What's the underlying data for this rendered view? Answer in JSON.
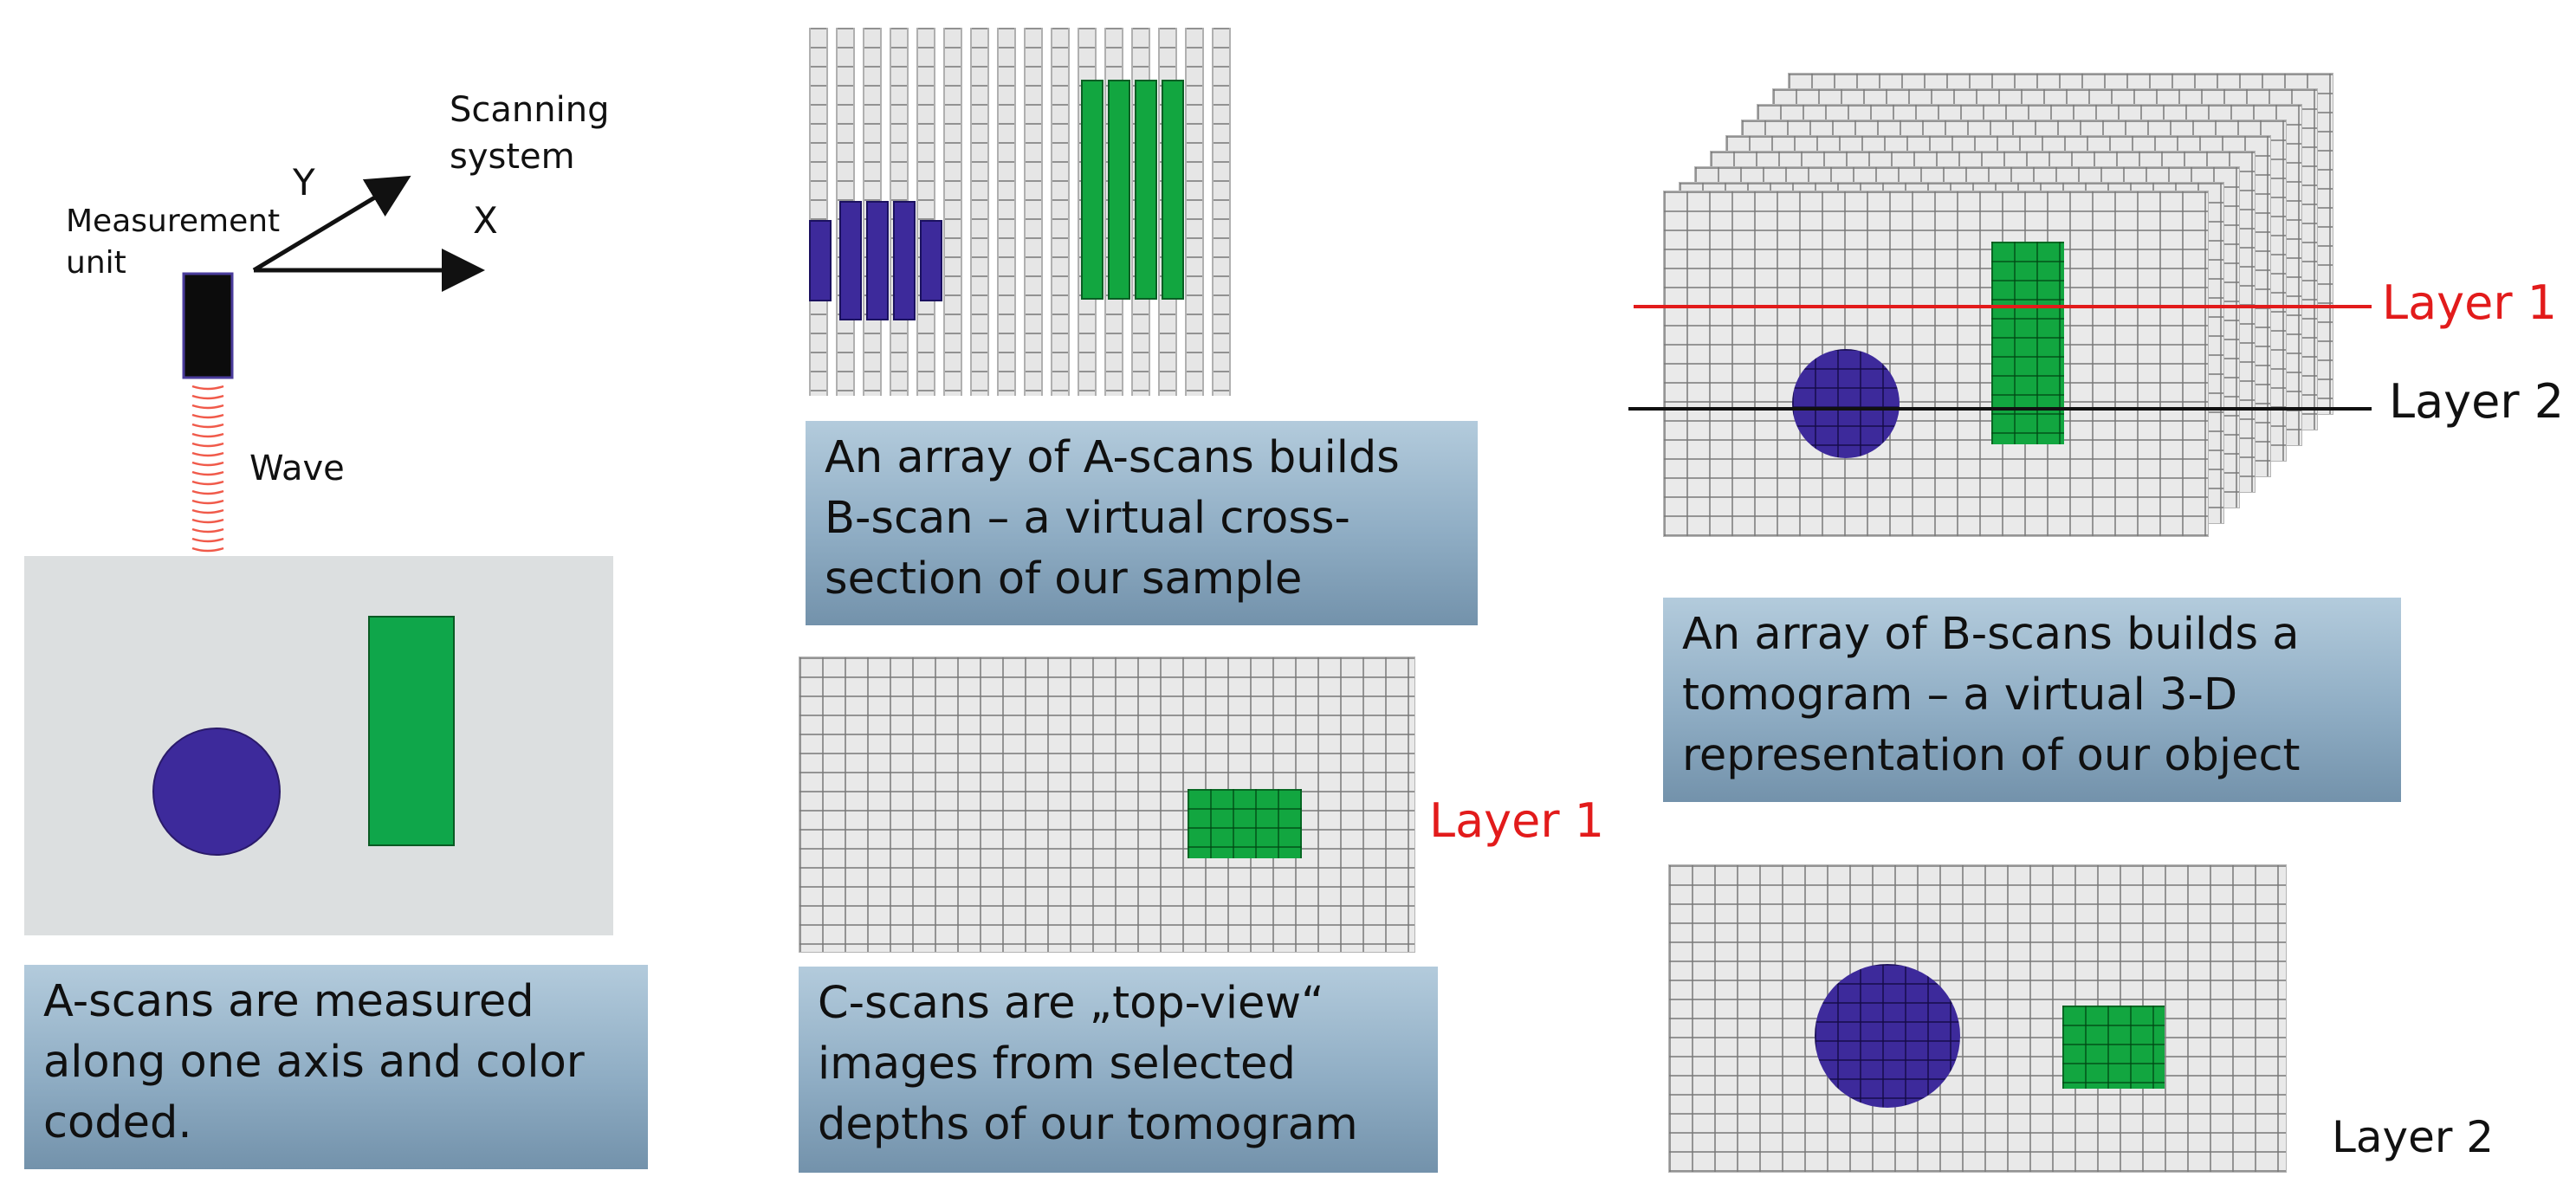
{
  "panel1": {
    "scanning_system_label": [
      "Scanning",
      "system"
    ],
    "measurement_unit_label": [
      "Measurement",
      "unit"
    ],
    "axis_y": "Y",
    "axis_x": "X",
    "wave_label": "Wave",
    "caption": [
      "A-scans are measured",
      "along one axis and color",
      "coded."
    ]
  },
  "panel2": {
    "caption_bscan": [
      "An array of A-scans builds",
      "B-scan – a virtual cross-",
      "section of our sample"
    ],
    "cscan_layer_label": "Layer 1",
    "caption_cscan": [
      "C-scans are „top-view“",
      "images from selected",
      "depths of our tomogram"
    ]
  },
  "panel3": {
    "layer1_label": "Layer 1",
    "layer2_label": "Layer 2",
    "caption": [
      "An array of B-scans builds a",
      "tomogram – a virtual 3-D",
      "representation of our object"
    ],
    "bottom_layer2_label": "Layer 2"
  },
  "colors": {
    "purple": "#3d2a9b",
    "green": "#12a640",
    "layer1_line": "#e21b1b",
    "layer2_line": "#111111",
    "wave": "#f05a4a",
    "caption_bg": "#8fadc4"
  }
}
